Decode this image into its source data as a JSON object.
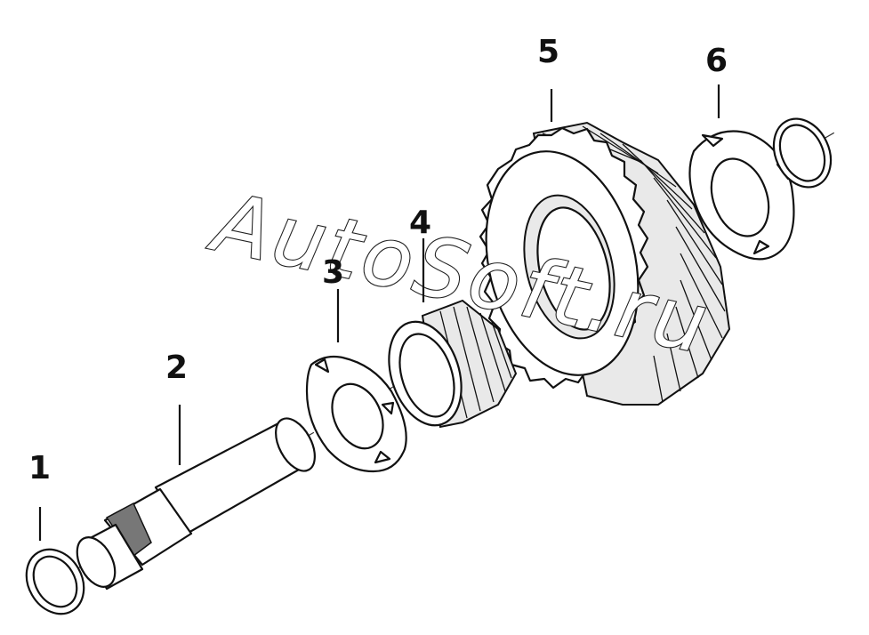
{
  "callouts": [
    {
      "id": "1",
      "label": "1"
    },
    {
      "id": "2",
      "label": "2"
    },
    {
      "id": "3",
      "label": "3"
    },
    {
      "id": "4",
      "label": "4"
    },
    {
      "id": "5",
      "label": "5"
    },
    {
      "id": "6",
      "label": "6"
    }
  ],
  "watermark": "AutoSoft.ru",
  "colors": {
    "line": "#111111",
    "background": "#ffffff"
  }
}
